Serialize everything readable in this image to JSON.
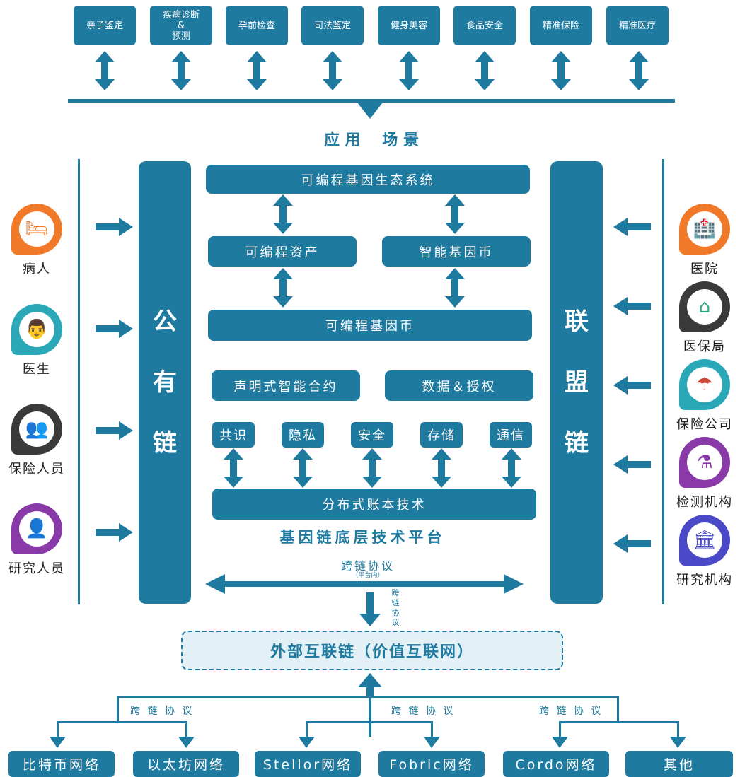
{
  "applications": [
    "亲子鉴定",
    "疾病诊断\n&\n预测",
    "孕前检查",
    "司法鉴定",
    "健身美容",
    "食品安全",
    "精准保险",
    "精准医疗"
  ],
  "scenario_title": "应 用    场 景",
  "public_chain": [
    "公",
    "有",
    "链"
  ],
  "alliance_chain": [
    "联",
    "盟",
    "链"
  ],
  "platform": {
    "ecosystem": "可编程基因生态系统",
    "assets": "可编程资产",
    "smart_coin": "智能基因币",
    "prog_coin": "可编程基因币",
    "contract": "声明式智能合约",
    "data_auth": "数据＆授权",
    "modules": [
      "共识",
      "隐私",
      "安全",
      "存储",
      "通信"
    ],
    "ledger": "分布式账本技术",
    "title": "基因链底层技术平台"
  },
  "cross_chain": {
    "main": "跨链协议",
    "sub": "（平台内）",
    "vertical": [
      "跨",
      "链",
      "协",
      "议"
    ]
  },
  "external_chain": "外部互联链（价值互联网）",
  "left_actors": [
    {
      "label": "病人",
      "icon": "patient-bed-icon",
      "color": "#f07a2a"
    },
    {
      "label": "医生",
      "icon": "doctor-icon",
      "color": "#2aa8b8"
    },
    {
      "label": "保险人员",
      "icon": "meeting-icon",
      "color": "#3a3a3a"
    },
    {
      "label": "研究人员",
      "icon": "researcher-icon",
      "color": "#8a3aa8"
    }
  ],
  "right_actors": [
    {
      "label": "医院",
      "icon": "hospital-icon",
      "color": "#f07a2a"
    },
    {
      "label": "医保局",
      "icon": "insurance-bureau-icon",
      "color": "#3a3a3a"
    },
    {
      "label": "保险公司",
      "icon": "insurance-company-icon",
      "color": "#2aa8b8"
    },
    {
      "label": "检测机构",
      "icon": "lab-icon",
      "color": "#8a3aa8"
    },
    {
      "label": "研究机构",
      "icon": "institute-icon",
      "color": "#4a4ac8"
    }
  ],
  "bottom_protocol_label": "跨 链 协 议",
  "networks": [
    "比特币网络",
    "以太坊网络",
    "Stellor网络",
    "Fobric网络",
    "Cordo网络",
    "其他"
  ],
  "colors": {
    "primary": "#1f7aa0",
    "light": "#e3f1f7"
  }
}
